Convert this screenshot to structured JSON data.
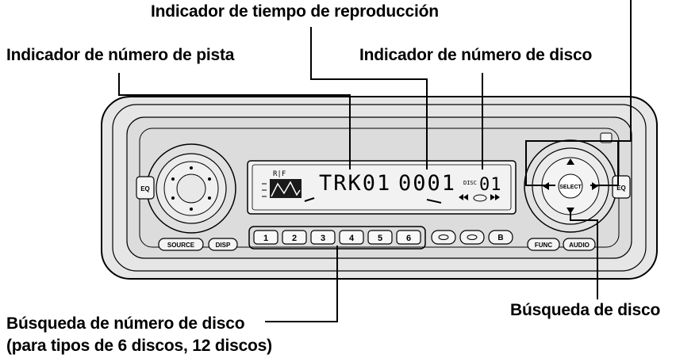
{
  "labels": {
    "play_time": "Indicador de tiempo de reproducción",
    "track_number": "Indicador de número de pista",
    "disc_number": "Indicador de número de disco",
    "disc_number_search_line1": "Búsqueda de número de disco",
    "disc_number_search_line2": "(para tipos de 6 discos, 12 discos)",
    "disc_search": "Búsqueda de disco"
  },
  "display": {
    "track_text": "TRK01",
    "time_text": "0001",
    "disc_prefix": "DISC",
    "disc_value": "01",
    "rds_text": "R|F"
  },
  "buttons": {
    "presets": [
      "1",
      "2",
      "3",
      "4",
      "5",
      "6"
    ],
    "oval1": "",
    "oval2": "",
    "b": "B",
    "source": "SOURCE",
    "disp": "DISP",
    "func": "FUNC",
    "audio": "AUDIO",
    "eq_left": "EQ",
    "eq_right": "EQ",
    "select": "SELECT"
  }
}
